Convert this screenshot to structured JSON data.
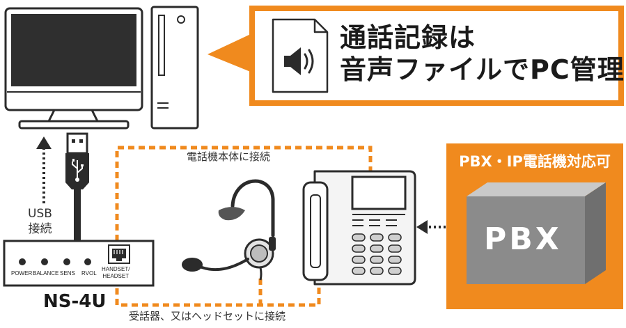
{
  "callout": {
    "line1": "通話記録は",
    "line2": "音声ファイルでPC管理",
    "icon": "speaker-icon"
  },
  "pbx": {
    "header": "PBX・IP電話機対応可",
    "box_label": "PBX"
  },
  "captions": {
    "phone_connection": "電話機本体に接続",
    "handset_connection": "受話器、又はヘッドセットに接続",
    "usb_line1": "USB",
    "usb_line2": "接続"
  },
  "device": {
    "model": "NS-4U",
    "knobs": [
      "POWER",
      "BALANCE",
      "SENS",
      "RVOL"
    ],
    "port_line1": "HANDSET/",
    "port_line2": "HEADSET"
  },
  "colors": {
    "accent": "#F08A1E",
    "dark": "#2b2b2b",
    "pbx_box": "#8b8b8b"
  }
}
